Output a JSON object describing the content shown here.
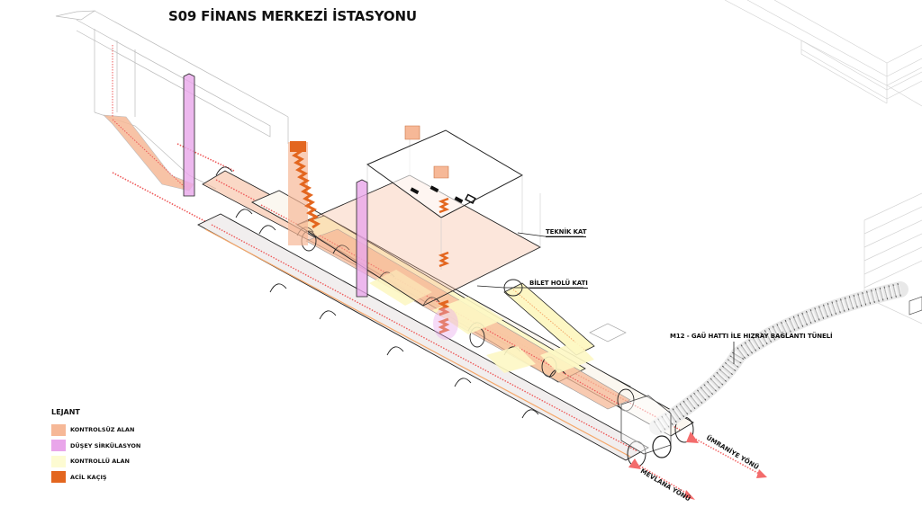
{
  "title": "S09 FİNANS MERKEZİ İSTASYONU",
  "labels": {
    "teknik_kat": "TEKNİK KAT",
    "bilet_holu_kati": "BİLET HOLÜ KATI",
    "connection_tunnel": "M12 - GAÜ HATTI İLE HIZRAY BAĞLANTI TÜNELİ",
    "umraniye_direction": "ÜMRANİYE YÖNÜ",
    "mevlana_direction": "MEVLANA YÖNÜ"
  },
  "legend": {
    "title": "LEJANT",
    "items": [
      {
        "label": "KONTROLSÜZ ALAN",
        "color": "#f6b897"
      },
      {
        "label": "DÜŞEY SİRKÜLASYON",
        "color": "#e9a6ea"
      },
      {
        "label": "KONTROLLÜ ALAN",
        "color": "#fdfbd2"
      },
      {
        "label": "ACİL KAÇIŞ",
        "color": "#e3661f"
      }
    ]
  },
  "colors": {
    "uncontrolled": "#f6b897",
    "vertical": "#e9a6ea",
    "controlled": "#fdf7c4",
    "emergency": "#e3661f",
    "route_dots": "#ee5a5a",
    "arrow": "#f36b6b",
    "line": "#222222",
    "ghost_line": "#c8c8c8"
  }
}
